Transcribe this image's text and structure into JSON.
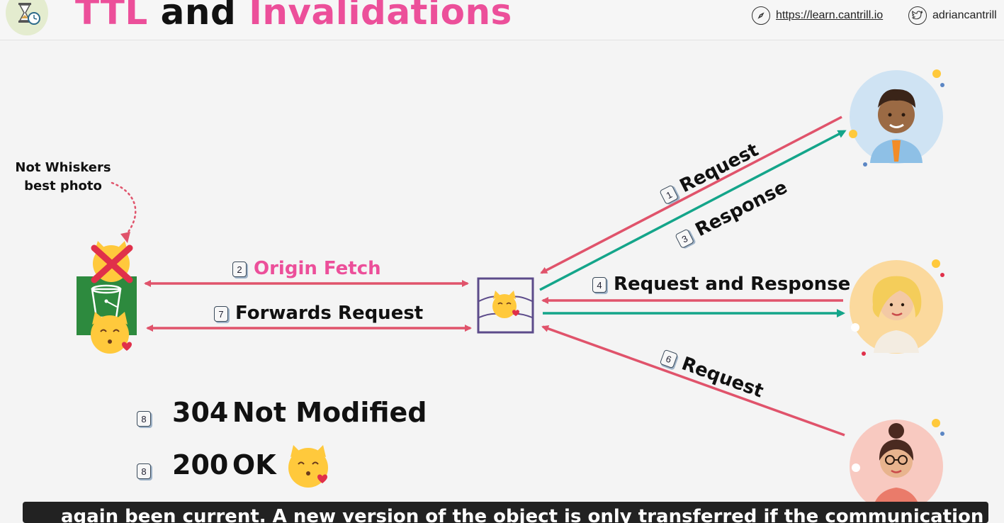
{
  "header": {
    "title_part1": "TTL",
    "title_part2": "and",
    "title_part3": "Invalidations",
    "website": "https://learn.cantrill.io",
    "twitter": "adriancantrill"
  },
  "diagram": {
    "note_line1": "Not Whiskers",
    "note_line2": "best photo",
    "step1": {
      "num": "1",
      "label": "Request"
    },
    "step3": {
      "num": "3",
      "label": "Response"
    },
    "step2": {
      "num": "2",
      "label": "Origin Fetch"
    },
    "step7": {
      "num": "7",
      "label": "Forwards Request"
    },
    "step4": {
      "num": "4",
      "label": "Request and Response"
    },
    "step6": {
      "num": "6",
      "label": "Request"
    },
    "result1": {
      "num": "8",
      "code": "304",
      "text": "Not Modified"
    },
    "result2": {
      "num": "8",
      "code": "200",
      "text": "OK"
    },
    "cat_emoji": "😽"
  },
  "colors": {
    "request_arrow": "#e0536b",
    "response_arrow": "#14a58a",
    "accent_pink": "#ec4f9a",
    "bucket_green": "#2d8a3e",
    "edge_border": "#5c4b8a"
  },
  "caption": {
    "text": "again been current. A new version of the object is only transferred if the communication"
  }
}
